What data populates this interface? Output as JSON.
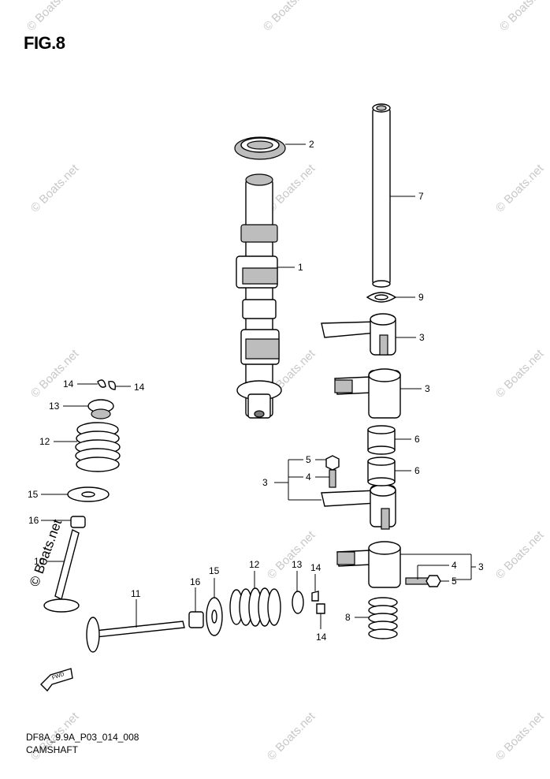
{
  "figure": {
    "title": "FIG.8",
    "code": "DF8A_9.9A_P03_014_008",
    "name": "CAMSHAFT"
  },
  "watermark": "© Boats.net",
  "fwd_label": "FWD",
  "callouts": {
    "c1": "1",
    "c2": "2",
    "c3a": "3",
    "c3b": "3",
    "c3c": "3",
    "c3d": "3",
    "c4a": "4",
    "c4b": "4",
    "c5a": "5",
    "c5b": "5",
    "c6a": "6",
    "c6b": "6",
    "c7": "7",
    "c8": "8",
    "c9": "9",
    "c10": "10",
    "c11": "11",
    "c12a": "12",
    "c12b": "12",
    "c13a": "13",
    "c13b": "13",
    "c14a": "14",
    "c14b": "14",
    "c14c": "14",
    "c14d": "14",
    "c15a": "15",
    "c15b": "15",
    "c16a": "16",
    "c16b": "16"
  }
}
